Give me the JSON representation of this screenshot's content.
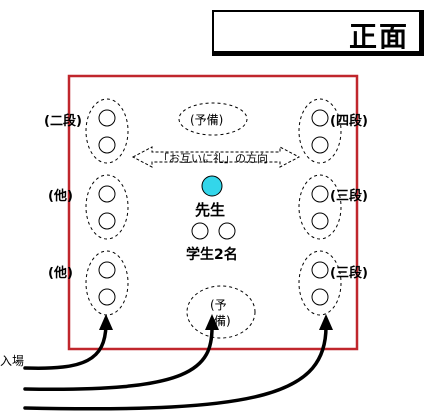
{
  "header": {
    "front_label": "正面"
  },
  "labels": {
    "left_top": "(二段)",
    "left_mid": "(他)",
    "left_bot": "(他)",
    "right_top": "(四段)",
    "right_mid": "(三段)",
    "right_bot": "(三段)",
    "reserve_top": "(予備)",
    "reserve_bottom_line1": "(予",
    "reserve_bottom_line2": "備)",
    "bow_direction": "「お互いに礼」の方向",
    "teacher": "先生",
    "students": "学生2名",
    "entrance": "入場"
  },
  "colors": {
    "room_border": "#c0262c",
    "teacher_dot": "#33d6ea",
    "line": "#000000"
  }
}
